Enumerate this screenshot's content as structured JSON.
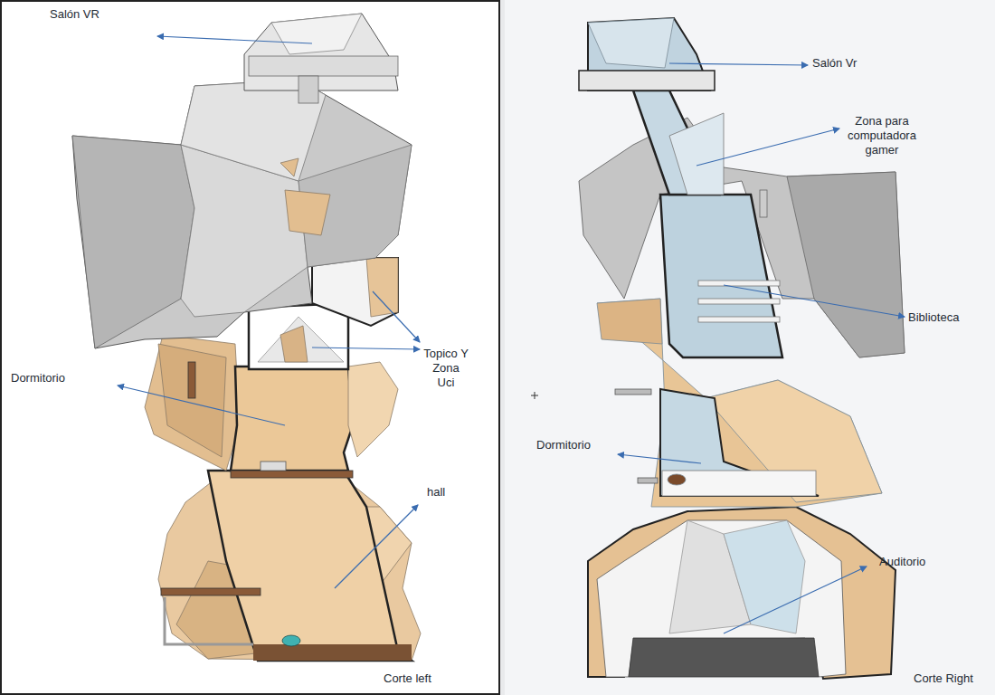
{
  "diagram": {
    "labels": [
      "Salón VR",
      "Topico Y Zona Uci",
      "Dormitorio",
      "hall",
      "Corte left",
      "Salón Vr",
      "Zona para computadora gamer",
      "Biblioteca",
      "Dormitorio",
      "Auditorio",
      "Corte Right"
    ]
  }
}
